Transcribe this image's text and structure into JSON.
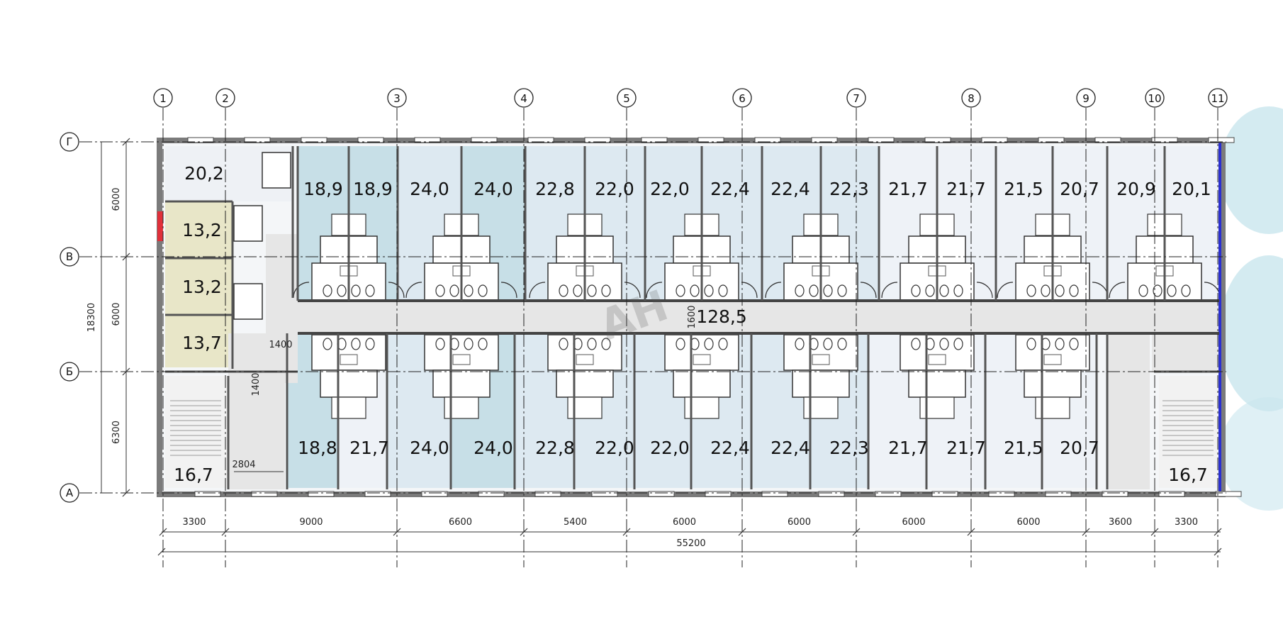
{
  "grid": {
    "columns": [
      "1",
      "2",
      "3",
      "4",
      "5",
      "6",
      "7",
      "8",
      "9",
      "10",
      "11"
    ],
    "rows": [
      "Г",
      "В",
      "Б",
      "А"
    ]
  },
  "dimensions": {
    "bottom": [
      "3300",
      "9000",
      "6600",
      "5400",
      "6000",
      "6000",
      "6000",
      "6000",
      "3600",
      "3300"
    ],
    "total": "55200",
    "left": [
      "6000",
      "6000",
      "6300"
    ],
    "left_total": "18300",
    "misc": [
      "1400",
      "1400",
      "2804",
      "1600"
    ]
  },
  "rooms": {
    "north": [
      "18,9",
      "18,9",
      "24,0",
      "24,0",
      "22,8",
      "22,0",
      "22,0",
      "22,4",
      "22,4",
      "22,3",
      "21,7",
      "21,7",
      "21,5",
      "20,7",
      "20,9",
      "20,1"
    ],
    "south": [
      "18,8",
      "21,7",
      "24,0",
      "24,0",
      "22,8",
      "22,0",
      "22,0",
      "22,4",
      "22,4",
      "22,3",
      "21,7",
      "21,7",
      "21,5",
      "20,7"
    ],
    "west": [
      "20,2",
      "13,2",
      "13,2",
      "13,7"
    ],
    "stairs": [
      "16,7",
      "16,7"
    ],
    "corridor": "128,5"
  },
  "colors": {
    "wall": "#7b7b7b",
    "corridor": "#e6e6e6",
    "room_blue": "#dde9f1",
    "room_teal": "#c7dfe7",
    "room_light": "#eef2f7",
    "room_beige": "#e8e6c8",
    "accent_red": "#e0303a",
    "accent_blue": "#2a2fd0"
  }
}
